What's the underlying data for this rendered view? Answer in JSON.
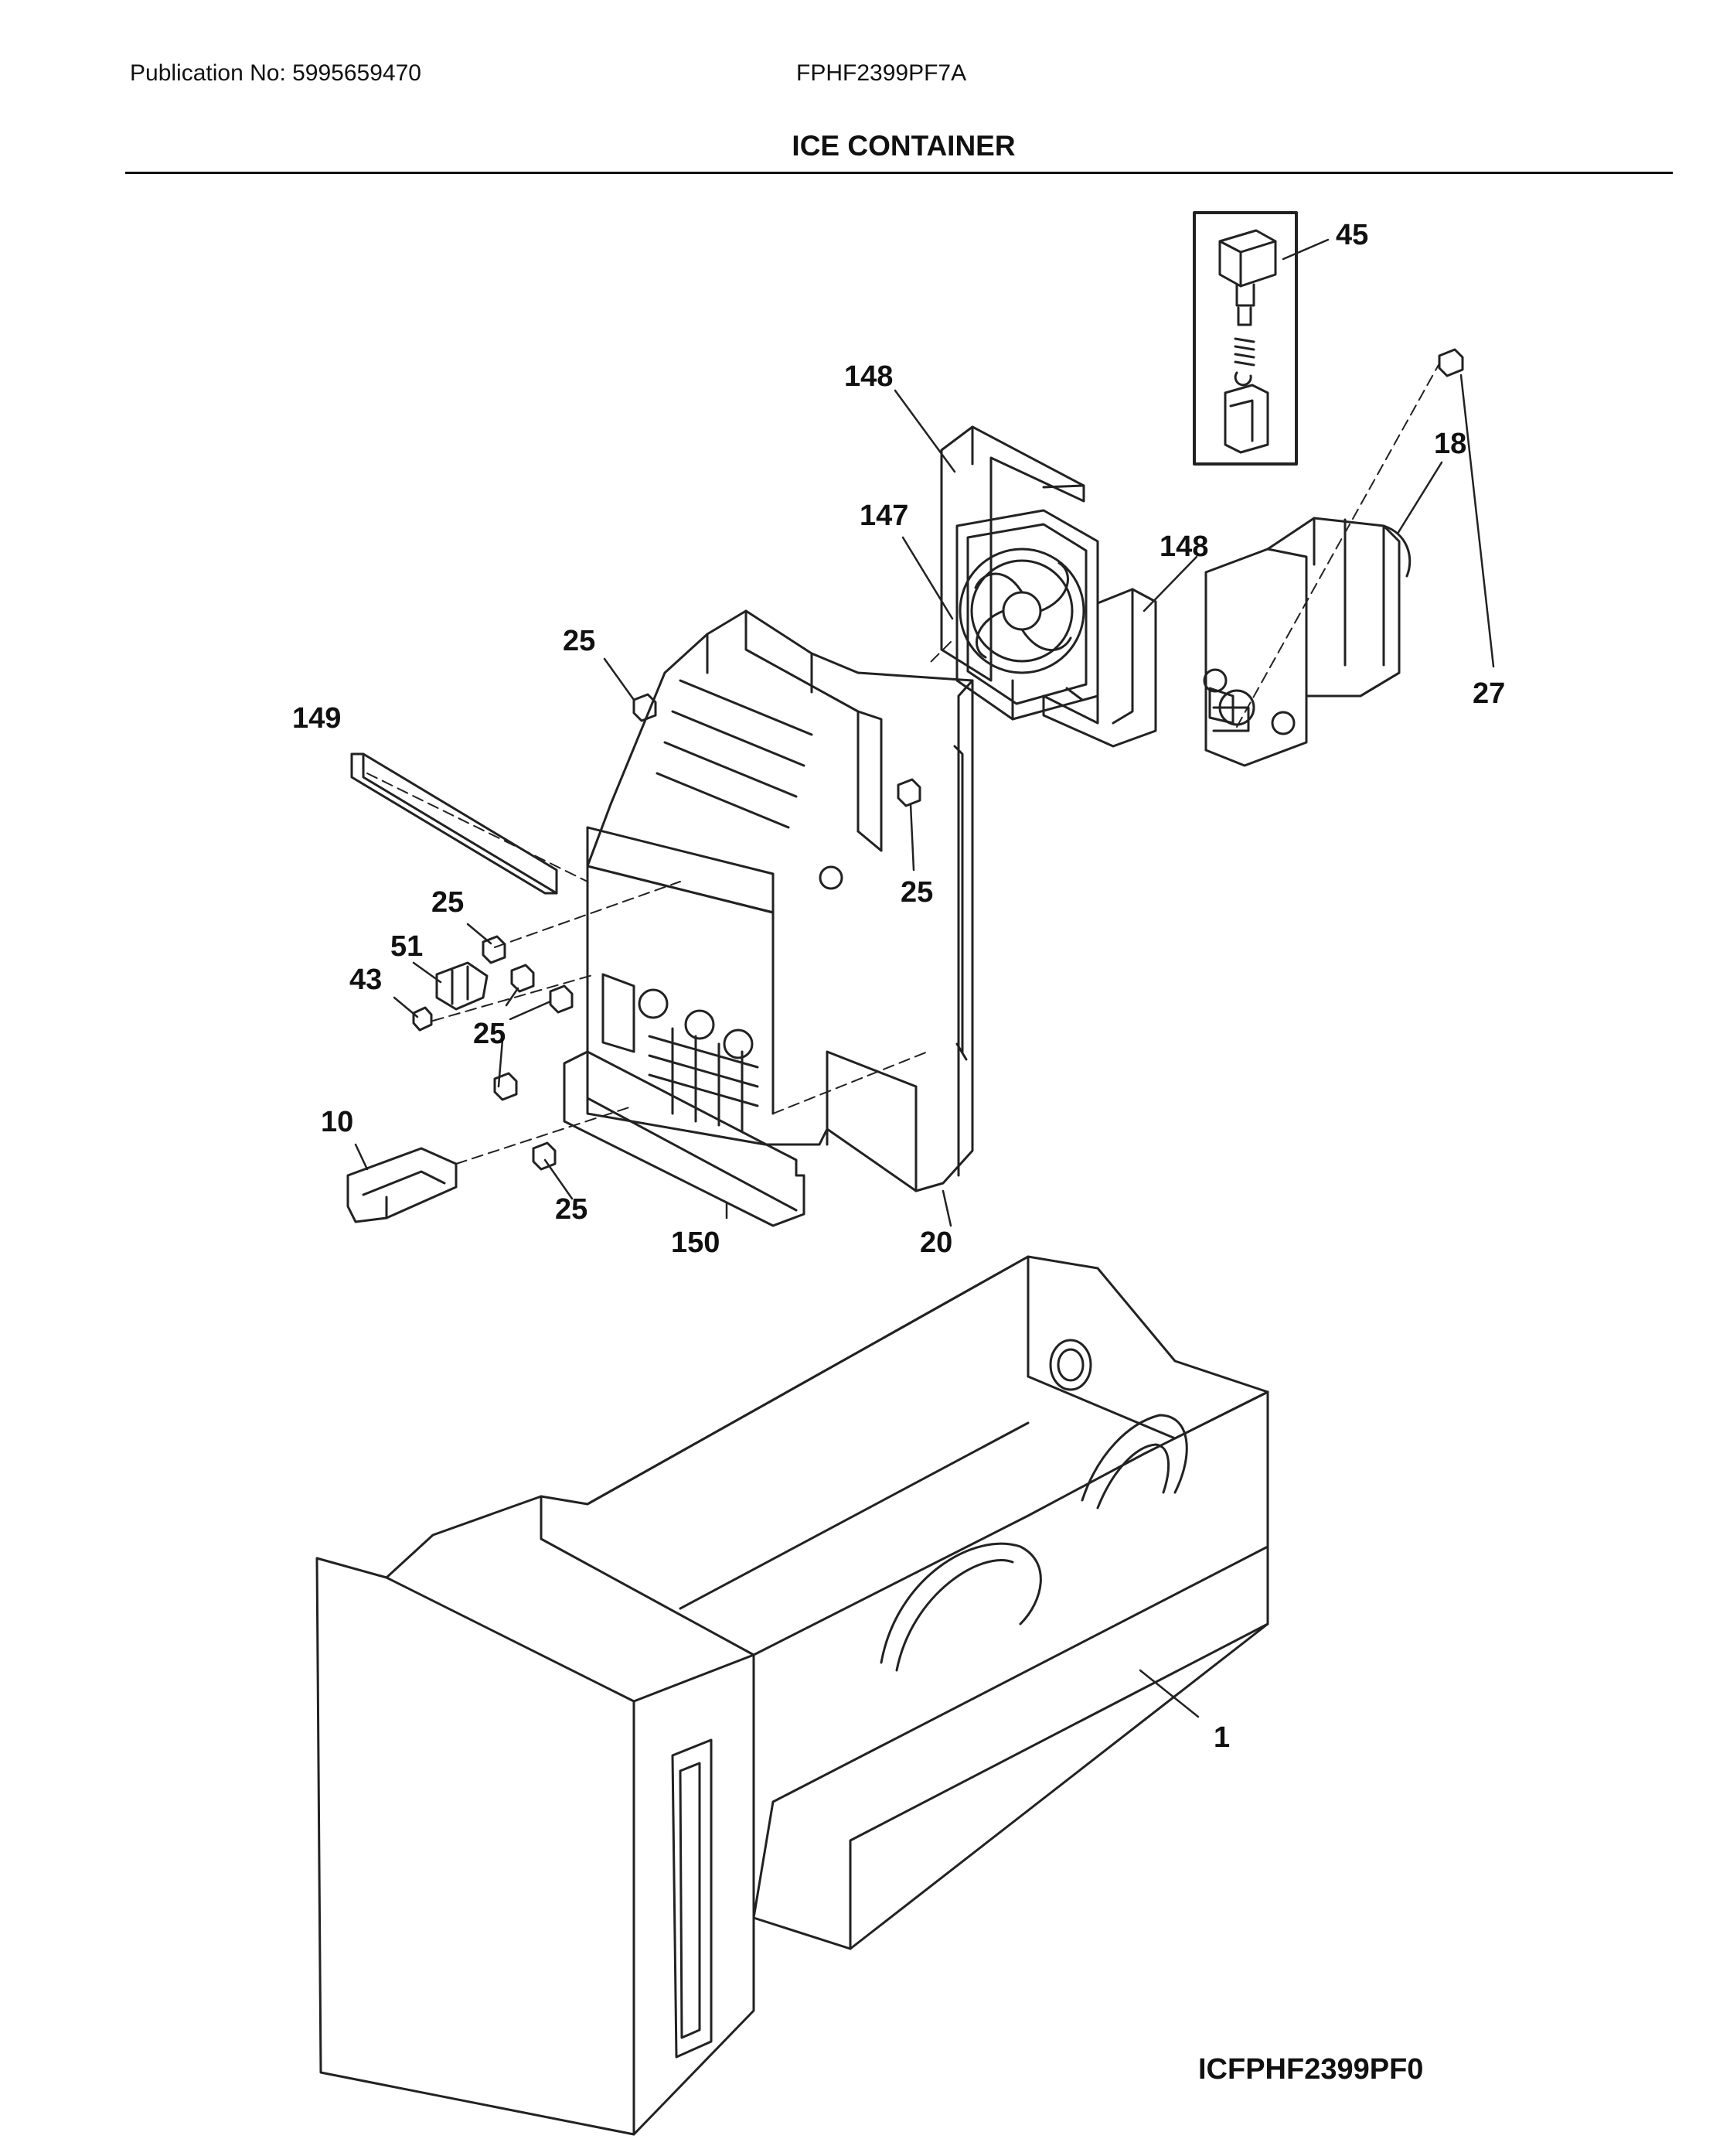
{
  "header": {
    "publication": "Publication No: 5995659470",
    "model": "FPHF2399PF7A",
    "section_title": "ICE CONTAINER"
  },
  "callouts": [
    "45",
    "148",
    "147",
    "148",
    "18",
    "25",
    "27",
    "149",
    "25",
    "25",
    "51",
    "43",
    "25",
    "10",
    "25",
    "150",
    "20",
    "1"
  ],
  "figure_id": "ICFPHF2399PF0"
}
